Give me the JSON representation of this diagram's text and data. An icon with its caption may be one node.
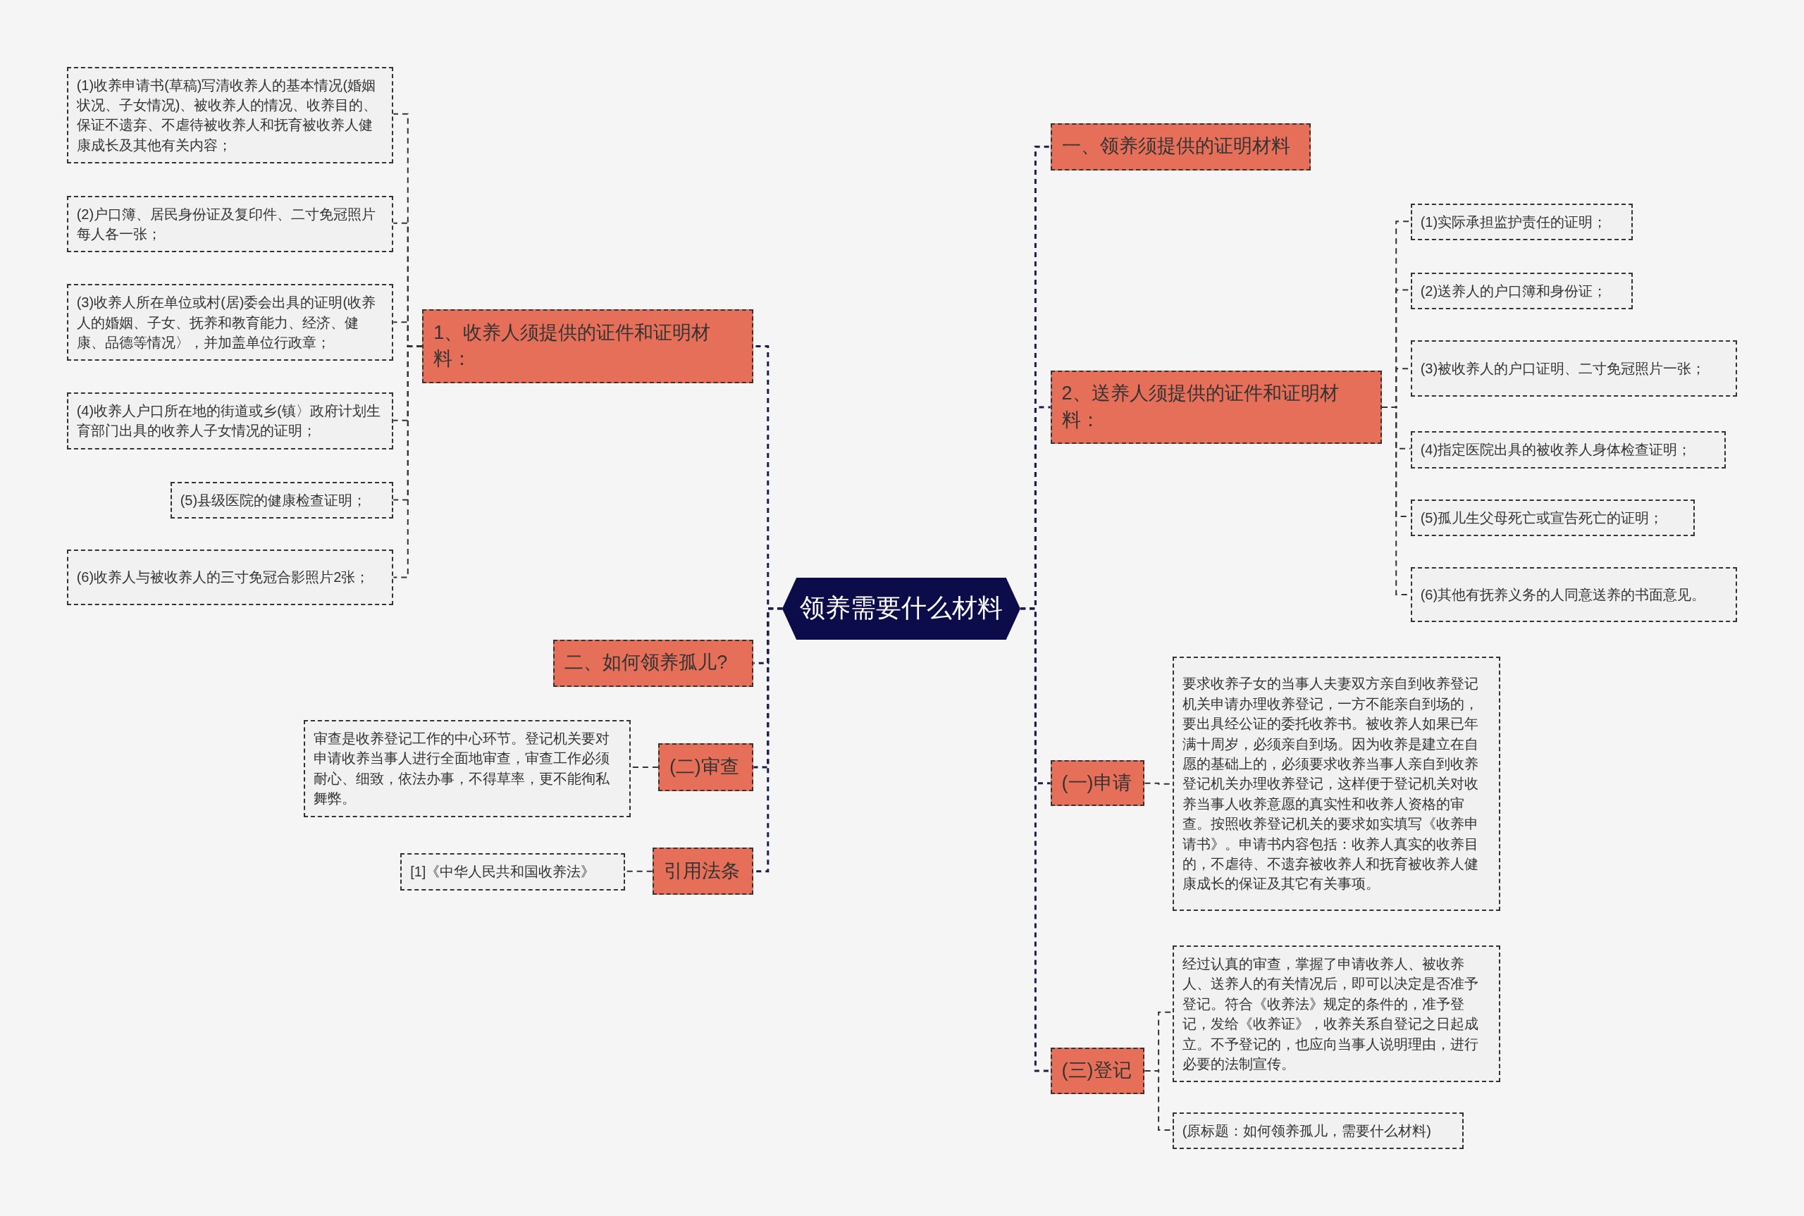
{
  "diagram": {
    "nodes": [
      {
        "text": [
          "领养需要什么材料"
        ]
      },
      {
        "text": [
          "1、收养人须提供的证件和证明材料："
        ]
      },
      {
        "text": [
          "(1)收养申请书(草稿)写清收养人的基本情况(婚姻状况、子女情况)、被收养人的情况、收养目的、保证不遗弃、不虐待被收养人和抚育被收养人健康成长及其他有关内容；"
        ]
      },
      {
        "text": [
          "(2)户口簿、居民身份证及复印件、二寸免冠照片每人各一张；"
        ]
      },
      {
        "text": [
          "(3)收养人所在单位或村(居)委会出具的证明(收养人的婚姻、子女、抚养和教育能力、经济、健康、品德等情况〉，并加盖单位行政章；"
        ]
      },
      {
        "text": [
          "(4)收养人户口所在地的街道或乡(镇〉政府计划生育部门出具的收养人子女情况的证明；"
        ]
      },
      {
        "text": [
          "(5)县级医院的健康检查证明；"
        ]
      },
      {
        "text": [
          "(6)收养人与被收养人的三寸免冠合影照片2张；"
        ]
      },
      {
        "text": [
          "二、如何领养孤儿?"
        ]
      },
      {
        "text": [
          "(二)审查"
        ]
      },
      {
        "text": [
          "审查是收养登记工作的中心环节。登记机关要对申请收养当事人进行全面地审查，审查工作必须耐心、细致，依法办事，不得草率，更不能徇私舞弊。"
        ]
      },
      {
        "text": [
          "引用法条"
        ]
      },
      {
        "text": [
          "[1]《中华人民共和国收养法》"
        ]
      },
      {
        "text": [
          "一、领养须提供的证明材料"
        ]
      },
      {
        "text": [
          "2、送养人须提供的证件和证明材料："
        ]
      },
      {
        "text": [
          "(1)实际承担监护责任的证明；"
        ]
      },
      {
        "text": [
          "(2)送养人的户口簿和身份证；"
        ]
      },
      {
        "text": [
          "(3)被收养人的户口证明、二寸免冠照片一张；"
        ]
      },
      {
        "text": [
          "(4)指定医院出具的被收养人身体检查证明；"
        ]
      },
      {
        "text": [
          "(5)孤儿生父母死亡或宣告死亡的证明；"
        ]
      },
      {
        "text": [
          "(6)其他有抚养义务的人同意送养的书面意见。"
        ]
      },
      {
        "text": [
          "(一)申请"
        ]
      },
      {
        "text": [
          "要求收养子女的当事人夫妻双方亲自到收养登记机关申请办理收养登记，一方不能亲自到场的，要出具经公证的委托收养书。被收养人如果已年满十周岁，必须亲自到场。因为收养是建立在自愿的基础上的，必须要求收养当事人亲自到收养登记机关办理收养登记，这样便于登记机关对收养当事人收养意愿的真实性和收养人资格的审查。按照收养登记机关的要求如实填写《收养申请书》。申请书内容包括：收养人真实的收养目的，不虐待、不遗弃被收养人和抚育被收养人健康成长的保证及其它有关事项。"
        ]
      },
      {
        "text": [
          "(三)登记"
        ]
      },
      {
        "text": [
          "经过认真的审查，掌握了申请收养人、被收养人、送养人的有关情况后，即可以决定是否准予登记。符合《收养法》规定的条件的，准予登记，发给《收养证》，收养关系自登记之日起成立。不予登记的，也应向当事人说明理由，进行必要的法制宣传。"
        ]
      },
      {
        "text": [
          "(原标题：如何领养孤儿，需要什么材料)"
        ]
      }
    ],
    "edges": [
      {
        "from": 0,
        "to": 1,
        "arrow": "none"
      },
      {
        "from": 1,
        "to": 2,
        "arrow": "none"
      },
      {
        "from": 1,
        "to": 3,
        "arrow": "none"
      },
      {
        "from": 1,
        "to": 4,
        "arrow": "none"
      },
      {
        "from": 1,
        "to": 5,
        "arrow": "none"
      },
      {
        "from": 1,
        "to": 6,
        "arrow": "none"
      },
      {
        "from": 1,
        "to": 7,
        "arrow": "none"
      },
      {
        "from": 0,
        "to": 8,
        "arrow": "none"
      },
      {
        "from": 0,
        "to": 9,
        "arrow": "none"
      },
      {
        "from": 9,
        "to": 10,
        "arrow": "none"
      },
      {
        "from": 0,
        "to": 11,
        "arrow": "none"
      },
      {
        "from": 11,
        "to": 12,
        "arrow": "none"
      },
      {
        "from": 0,
        "to": 13,
        "arrow": "none"
      },
      {
        "from": 0,
        "to": 14,
        "arrow": "none"
      },
      {
        "from": 14,
        "to": 15,
        "arrow": "none"
      },
      {
        "from": 14,
        "to": 16,
        "arrow": "none"
      },
      {
        "from": 14,
        "to": 17,
        "arrow": "none"
      },
      {
        "from": 14,
        "to": 18,
        "arrow": "none"
      },
      {
        "from": 14,
        "to": 19,
        "arrow": "none"
      },
      {
        "from": 14,
        "to": 20,
        "arrow": "none"
      },
      {
        "from": 0,
        "to": 21,
        "arrow": "none"
      },
      {
        "from": 21,
        "to": 22,
        "arrow": "none"
      },
      {
        "from": 0,
        "to": 23,
        "arrow": "none"
      },
      {
        "from": 23,
        "to": 24,
        "arrow": "none"
      },
      {
        "from": 23,
        "to": 25,
        "arrow": "none"
      }
    ]
  }
}
